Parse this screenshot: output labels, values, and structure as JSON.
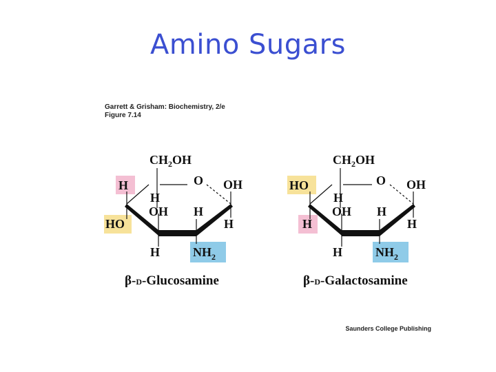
{
  "title": "Amino Sugars",
  "credit": {
    "line1": "Garrett & Grisham: Biochemistry, 2/e",
    "line2": "Figure 7.14"
  },
  "publisher": "Saunders College Publishing",
  "colors": {
    "title": "#3b4fd1",
    "pink_highlight": "#f4bfd3",
    "yellow_highlight": "#f7e29a",
    "blue_highlight": "#8fcbe8"
  },
  "molecules": [
    {
      "name_prefix": "β-",
      "name_small": "D",
      "name_rest": "-Glucosamine",
      "ch2oh": "CH",
      "ch2oh_sub": "2",
      "ch2oh_tail": "OH",
      "ring_o": "O",
      "c1_oh": "OH",
      "c1_h": "H",
      "c2_h": "H",
      "c2_nh2": "NH",
      "c2_nh2_sub": "2",
      "c3_oh": "OH",
      "c3_h": "H",
      "c4_top": "H",
      "c4_bottom": "HO",
      "c5_h": "H",
      "c4_oh_side": "HO"
    },
    {
      "name_prefix": "β-",
      "name_small": "D",
      "name_rest": "-Galactosamine",
      "ch2oh": "CH",
      "ch2oh_sub": "2",
      "ch2oh_tail": "OH",
      "ring_o": "O",
      "c1_oh": "OH",
      "c1_h": "H",
      "c2_h": "H",
      "c2_nh2": "NH",
      "c2_nh2_sub": "2",
      "c3_oh": "OH",
      "c3_h": "H",
      "c4_top": "HO",
      "c4_bottom": "H",
      "c5_h": "H"
    }
  ]
}
